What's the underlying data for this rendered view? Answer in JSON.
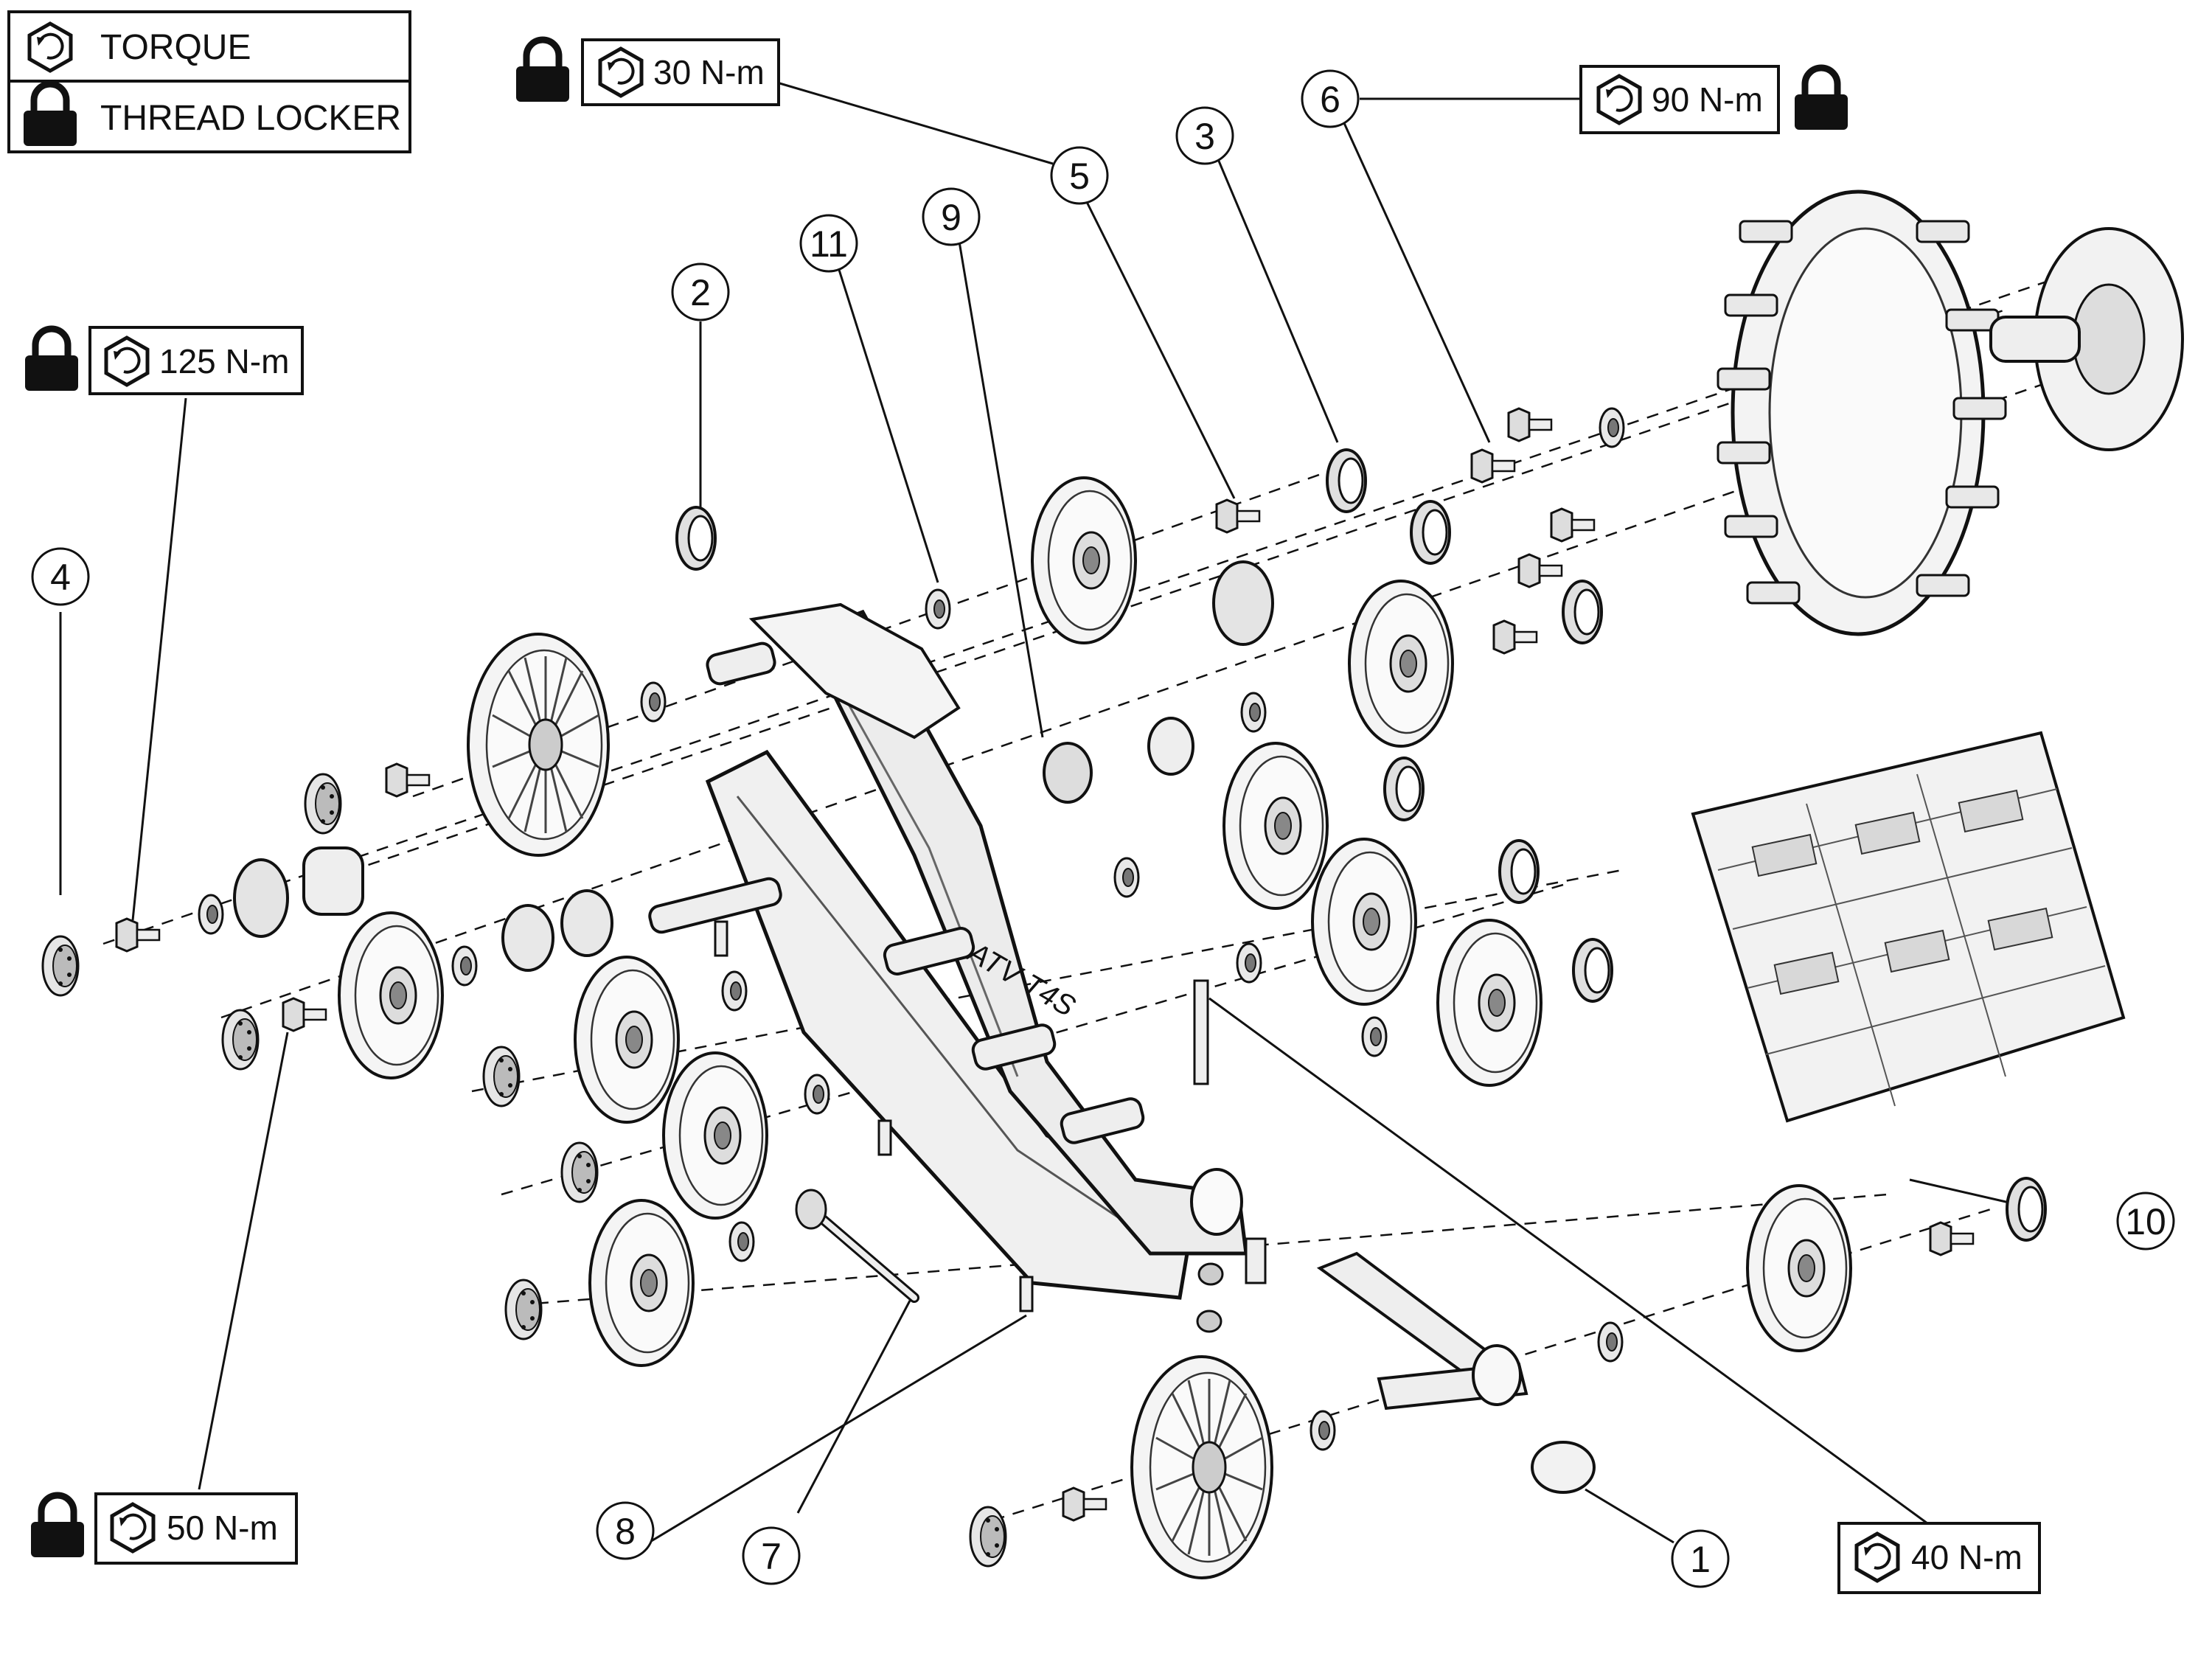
{
  "legend": {
    "torque_label": "TORQUE",
    "locker_label": "THREAD LOCKER"
  },
  "specs": {
    "bolt_5": "30 N-m",
    "bolt_6": "90 N-m",
    "bolt_4": "125 N-m",
    "bolt_lower_left": "50 N-m",
    "bolt_1": "40 N-m"
  },
  "callouts": [
    "1",
    "2",
    "3",
    "4",
    "5",
    "6",
    "7",
    "8",
    "9",
    "10",
    "11"
  ],
  "frame_marking": "ATV T4S",
  "icons": {
    "torque": "hex-torque-icon",
    "locker": "padlock-icon"
  },
  "colors": {
    "line": "#111111",
    "part_fill": "#f2f2f2",
    "part_shade": "#cfcfcf",
    "dark": "#3a3a3a"
  }
}
